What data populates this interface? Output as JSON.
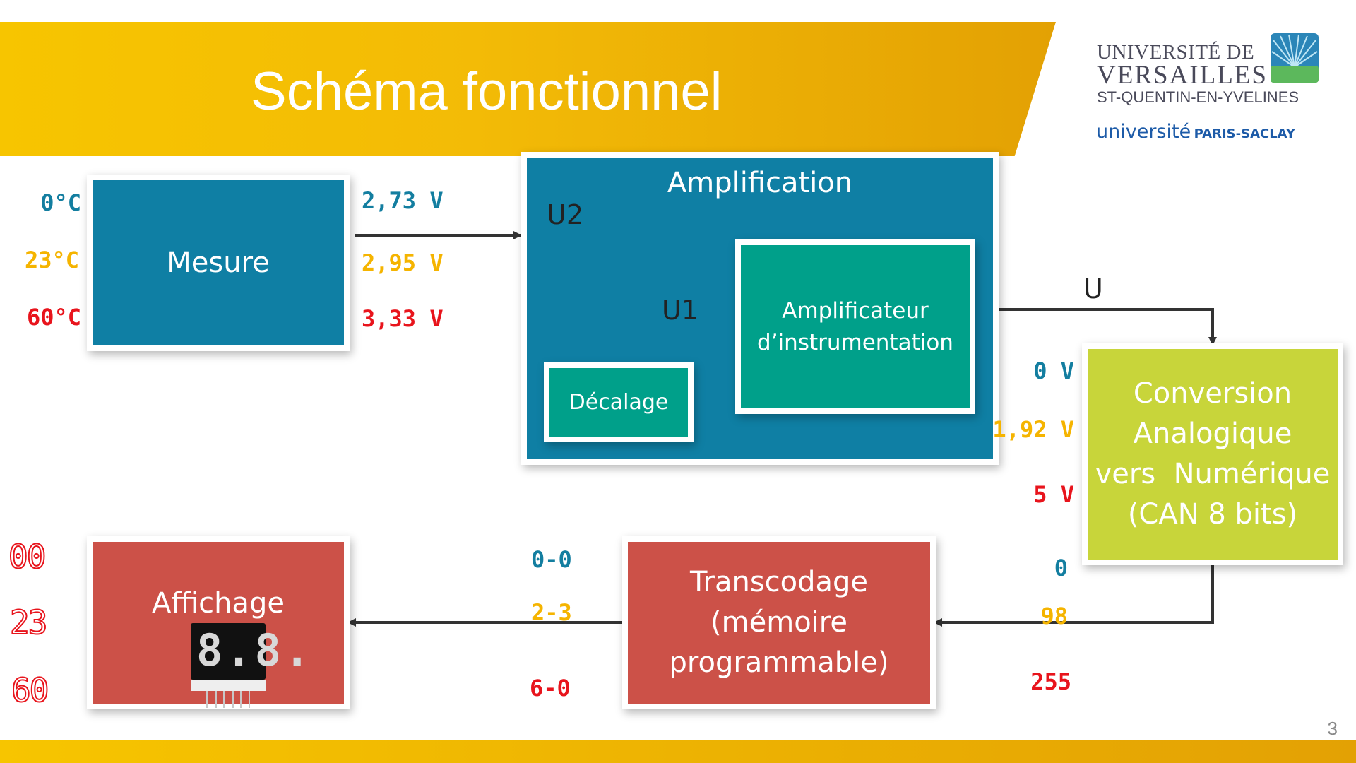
{
  "slide": {
    "title": "Schéma fonctionnel",
    "page_number": "3"
  },
  "logos": {
    "uvsq_line1": "UNIVERSITÉ DE",
    "uvsq_line2": "VERSAILLES",
    "uvsq_line3": "ST-QUENTIN-EN-YVELINES",
    "saclay_a": "université",
    "saclay_b": "PARIS-SACLAY"
  },
  "blocks": {
    "mesure": "Mesure",
    "amplification": "Amplification",
    "amplificateur_l1": "Amplificateur",
    "amplificateur_l2": "d’instrumentation",
    "decalage": "Décalage",
    "conversion_l1": "Conversion",
    "conversion_l2": "Analogique",
    "conversion_l3": "vers  Numérique",
    "conversion_l4": "(CAN 8 bits)",
    "transcodage_l1": "Transcodage",
    "transcodage_l2": "(mémoire",
    "transcodage_l3": "programmable)",
    "affichage": "Affichage"
  },
  "signals": {
    "u2": "U2",
    "u1": "U1",
    "u": "U"
  },
  "values": {
    "temps": [
      "0°C",
      "23°C",
      "60°C"
    ],
    "mesure_out": [
      "2,73 V",
      "2,95 V",
      "3,33 V"
    ],
    "can_in": [
      "0 V",
      "1,92 V",
      "5 V"
    ],
    "can_out": [
      "0",
      "98",
      "255"
    ],
    "codes": [
      "0-0",
      "2-3",
      "6-0"
    ]
  },
  "digits": [
    "00",
    "23",
    "60"
  ],
  "colors": {
    "blue": "#137ea0",
    "orange": "#f5b400",
    "red": "#e8141c"
  }
}
